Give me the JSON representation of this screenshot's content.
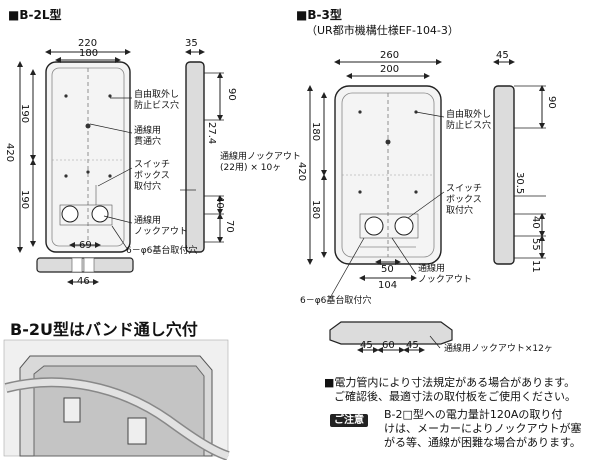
{
  "left": {
    "title": "■B-2L型",
    "dims": {
      "w220": "220",
      "w180": "180",
      "d35": "35",
      "h420": "420",
      "h190a": "190",
      "h190b": "190",
      "v90": "90",
      "v27_4": "27.4",
      "v40": "40",
      "v70": "70",
      "b69": "69",
      "b46": "46"
    },
    "labels": {
      "screw": [
        "自由取外し",
        "防止ビス穴"
      ],
      "through": [
        "通線用",
        "貫通穴"
      ],
      "switch": [
        "スイッチ",
        "ボックス",
        "取付穴"
      ],
      "knockout": [
        "通線用",
        "ノックアウト"
      ],
      "base": "6－φ6基台取付穴",
      "knockout22": [
        "通線用ノックアウト",
        "(22用) × 10ヶ"
      ]
    }
  },
  "right": {
    "title": "■B-3型",
    "subtitle": "（UR都市機構仕様EF-104-3）",
    "dims": {
      "w260": "260",
      "w200": "200",
      "d45": "45",
      "h420": "420",
      "h180a": "180",
      "h180b": "180",
      "v90": "90",
      "v30_5": "30.5",
      "v40": "40",
      "v55": "55",
      "v11": "11",
      "b50": "50",
      "b104": "104",
      "b45a": "45",
      "b60": "60",
      "b45b": "45"
    },
    "labels": {
      "screw": [
        "自由取外し",
        "防止ビス穴"
      ],
      "switch": [
        "スイッチ",
        "ボックス",
        "取付穴"
      ],
      "knockout": [
        "通線用",
        "ノックアウト"
      ],
      "base": "6－φ6基台取付穴",
      "knockout12": "通線用ノックアウト×12ヶ"
    }
  },
  "band": {
    "heading": "B-2U型はバンド通し穴付"
  },
  "notes": {
    "line1": "■電力管内により寸法規定がある場合があります。",
    "line2": "ご確認後、最適寸法の取付板をご使用ください。",
    "caution_badge": "ご注意",
    "caution1": "B-2□型への電力量計120Aの取り付",
    "caution2": "けは、メーカーによりノックアウトが塞",
    "caution3": "がる等、通線が困難な場合があります。"
  },
  "colors": {
    "board": "#f4f4f4",
    "side": "#dcdcdc",
    "line": "#222222"
  }
}
